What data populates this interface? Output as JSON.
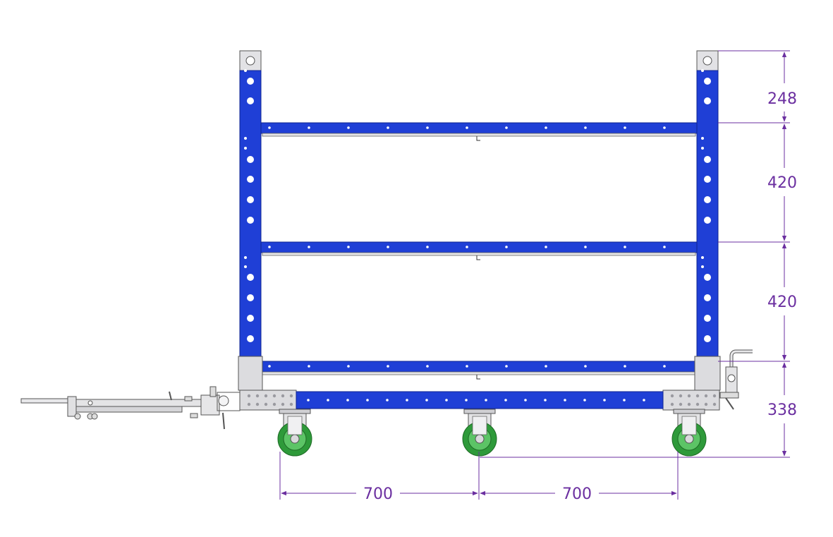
{
  "drawing": {
    "subject": "Tugger cart with three shelves, tow bar and casters (side elevation)",
    "colors": {
      "frame_blue": "#1f3fd6",
      "frame_blue_dark": "#0f2490",
      "steel": "#d9d9dc",
      "steel_edge": "#7a7a80",
      "wheel_green": "#2e9a3a",
      "wheel_green_light": "#5cc466",
      "hole": "#ffffff",
      "dimension": "#6b2fa0"
    },
    "dimensions": {
      "vertical": [
        "248",
        "420",
        "420",
        "338"
      ],
      "horizontal": [
        "700",
        "700"
      ]
    },
    "icons": [
      "cart-frame-icon",
      "caster-wheel-icon",
      "tow-bar-icon",
      "coupling-pin-icon"
    ]
  }
}
